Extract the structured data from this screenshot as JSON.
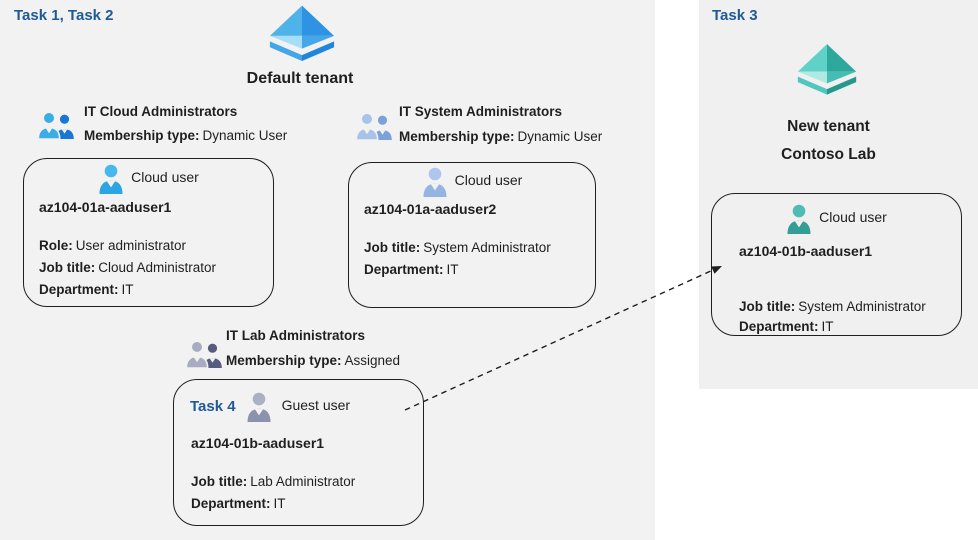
{
  "left_panel": {
    "task_label": "Task 1, Task 2",
    "tenant_name": "Default tenant",
    "tenant_icon": "azure-ad-tenant-icon",
    "groups": [
      {
        "name": "IT Cloud Administrators",
        "membership_label": "Membership type:",
        "membership_value": "Dynamic User",
        "icon": "user-group-icon"
      },
      {
        "name": "IT System Administrators",
        "membership_label": "Membership type:",
        "membership_value": "Dynamic User",
        "icon": "user-group-icon"
      },
      {
        "name": "IT Lab Administrators",
        "membership_label": "Membership type:",
        "membership_value": "Assigned",
        "icon": "user-group-icon"
      }
    ],
    "cards": [
      {
        "user_type": "Cloud user",
        "username": "az104-01a-aaduser1",
        "icon": "user-icon",
        "fields": [
          {
            "label": "Role:",
            "value": "User administrator"
          },
          {
            "label": "Job title:",
            "value": "Cloud Administrator"
          },
          {
            "label": "Department:",
            "value": "IT"
          }
        ]
      },
      {
        "user_type": "Cloud user",
        "username": "az104-01a-aaduser2",
        "icon": "user-icon",
        "fields": [
          {
            "label": "Job title:",
            "value": "System Administrator"
          },
          {
            "label": "Department:",
            "value": "IT"
          }
        ]
      },
      {
        "task_label": "Task 4",
        "user_type": "Guest user",
        "username": "az104-01b-aaduser1",
        "icon": "user-icon",
        "fields": [
          {
            "label": "Job title:",
            "value": "Lab Administrator"
          },
          {
            "label": "Department:",
            "value": "IT"
          }
        ]
      }
    ]
  },
  "right_panel": {
    "task_label": "Task 3",
    "tenant_icon": "azure-ad-tenant-icon-teal",
    "tenant_name_line1": "New tenant",
    "tenant_name_line2": "Contoso Lab",
    "card": {
      "user_type": "Cloud user",
      "username": "az104-01b-aaduser1",
      "icon": "user-icon",
      "fields": [
        {
          "label": "Job title:",
          "value": "System Administrator"
        },
        {
          "label": "Department:",
          "value": "IT"
        }
      ]
    }
  },
  "connector": {
    "from": "guest-user-card",
    "to": "new-tenant-cloud-user-card",
    "style": "dashed-arrow"
  },
  "colors": {
    "task_label": "#1E5A97",
    "left_panel_bg": "#F2F2F2",
    "right_panel_bg": "#F0F0F0",
    "card_border": "#1F1F1F",
    "text": "#1F1F1F",
    "blue_icon_light": "#4FB3EA",
    "blue_icon_dark": "#2D93E2",
    "teal_icon_light": "#60D1C7",
    "teal_icon_dark": "#2EA89D"
  }
}
